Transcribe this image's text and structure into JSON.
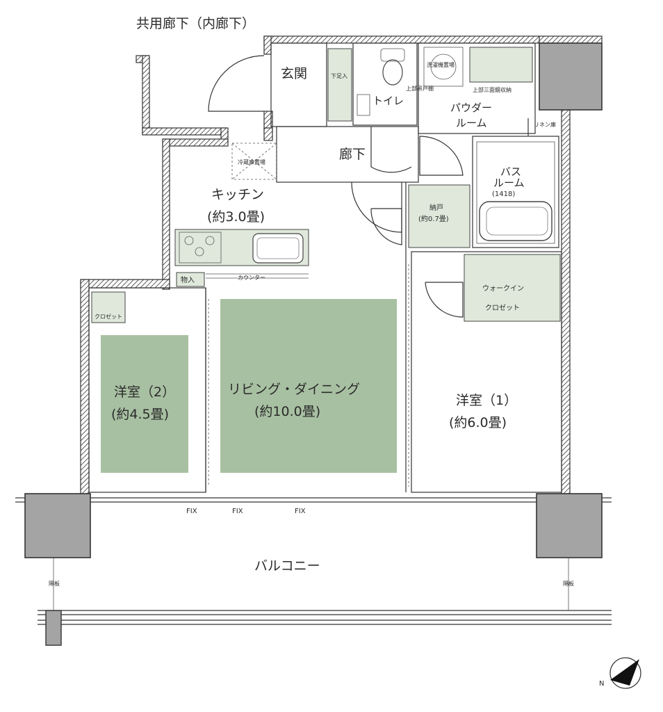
{
  "labels": {
    "corridor_common": "共用廊下（内廊下）",
    "entrance": "玄関",
    "shoe_storage": "下足入",
    "toilet": "トイレ",
    "upper_shelf": "上部吊戸棚",
    "washer_area": "洗濯機置場",
    "upper_mirror": "上部三面鏡収納",
    "powder_room": "パウダー\nルーム",
    "linen": "リネン庫",
    "hallway": "廊下",
    "fridge": "冷蔵庫置場",
    "kitchen": "キッチン",
    "kitchen_size": "(約3.0畳)",
    "bathroom": "バス\nルーム",
    "bathroom_size": "(1418)",
    "storage": "納戸",
    "storage_size": "(約0.7畳)",
    "storage_small": "物入",
    "counter": "カウンター",
    "closet": "クロゼット",
    "walkin": "ウォークイン\nクロゼット",
    "room2": "洋室（2）",
    "room2_size": "(約4.5畳)",
    "living": "リビング・ダイニング",
    "living_size": "(約10.0畳)",
    "room1": "洋室（1）",
    "room1_size": "(約6.0畳)",
    "fix1": "FIX",
    "fix2": "FIX",
    "fix3": "FIX",
    "balcony": "バルコニー",
    "partition_left": "隔板",
    "partition_right": "隔板",
    "north": "N"
  },
  "icons": {
    "compass": "north-arrow-icon",
    "stove": "gas-stove-icon",
    "sink": "kitchen-sink-icon",
    "toilet": "toilet-icon",
    "bathtub": "bathtub-icon",
    "washbasin": "washbasin-icon"
  },
  "colors": {
    "floor_green": "#a8c0a2",
    "light_green": "#dfe8db",
    "pillar_gray": "#a4a4a4",
    "wall_line": "#333333"
  }
}
